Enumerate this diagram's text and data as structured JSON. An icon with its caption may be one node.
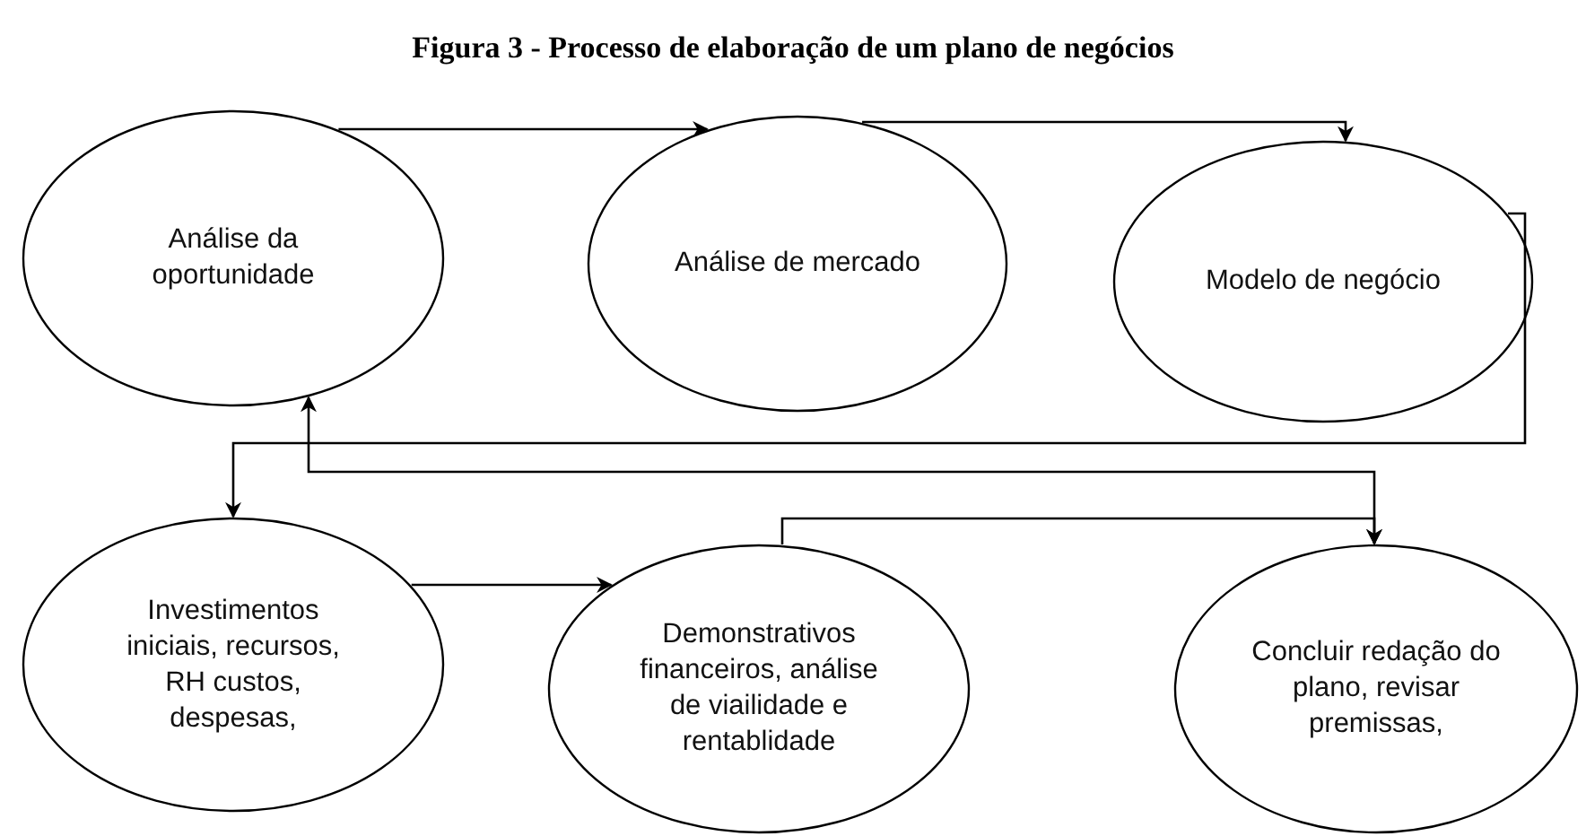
{
  "diagram": {
    "title": "Figura 3 - Processo de elaboração de um plano de negócios",
    "nodes": [
      {
        "text": [
          "Análise da oportunidade"
        ]
      },
      {
        "text": [
          "Análise de mercado"
        ]
      },
      {
        "text": [
          "Modelo de negócio"
        ]
      },
      {
        "text": [
          "Investimentos iniciais, recursos, RH custos, despesas,"
        ]
      },
      {
        "text": [
          "Demonstrativos financeiros, análise de viailidade e rentablidade"
        ]
      },
      {
        "text": [
          "Concluir redação do plano, revisar premissas,"
        ]
      }
    ],
    "edges": [
      {
        "from": 0,
        "to": 1,
        "arrow": "to"
      },
      {
        "from": 1,
        "to": 2,
        "arrow": "to"
      },
      {
        "from": 2,
        "to": 3,
        "arrow": "to"
      },
      {
        "from": 3,
        "to": 4,
        "arrow": "to"
      },
      {
        "from": 4,
        "to": 5,
        "arrow": "to"
      },
      {
        "from": 5,
        "to": 0,
        "arrow": "both"
      }
    ]
  }
}
